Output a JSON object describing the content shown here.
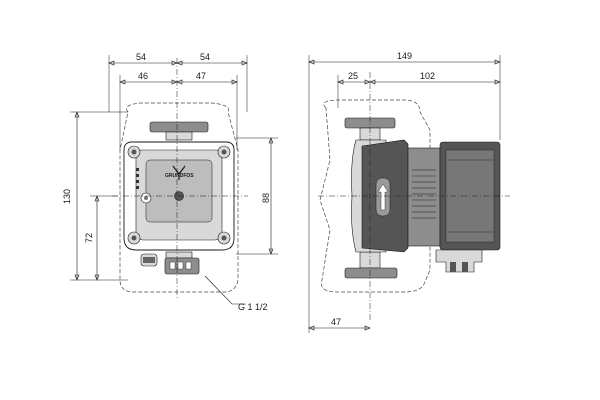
{
  "front_view": {
    "dim_top_left": "54",
    "dim_top_right": "54",
    "dim_mid_left": "46",
    "dim_mid_right": "47",
    "dim_height_total": "130",
    "dim_height_lower": "72",
    "dim_height_right": "88",
    "thread_label": "G 1 1/2",
    "brand_logo": "GRUNDFOS"
  },
  "side_view": {
    "dim_total_width": "149",
    "dim_left": "25",
    "dim_right": "102",
    "dim_bottom": "47"
  }
}
